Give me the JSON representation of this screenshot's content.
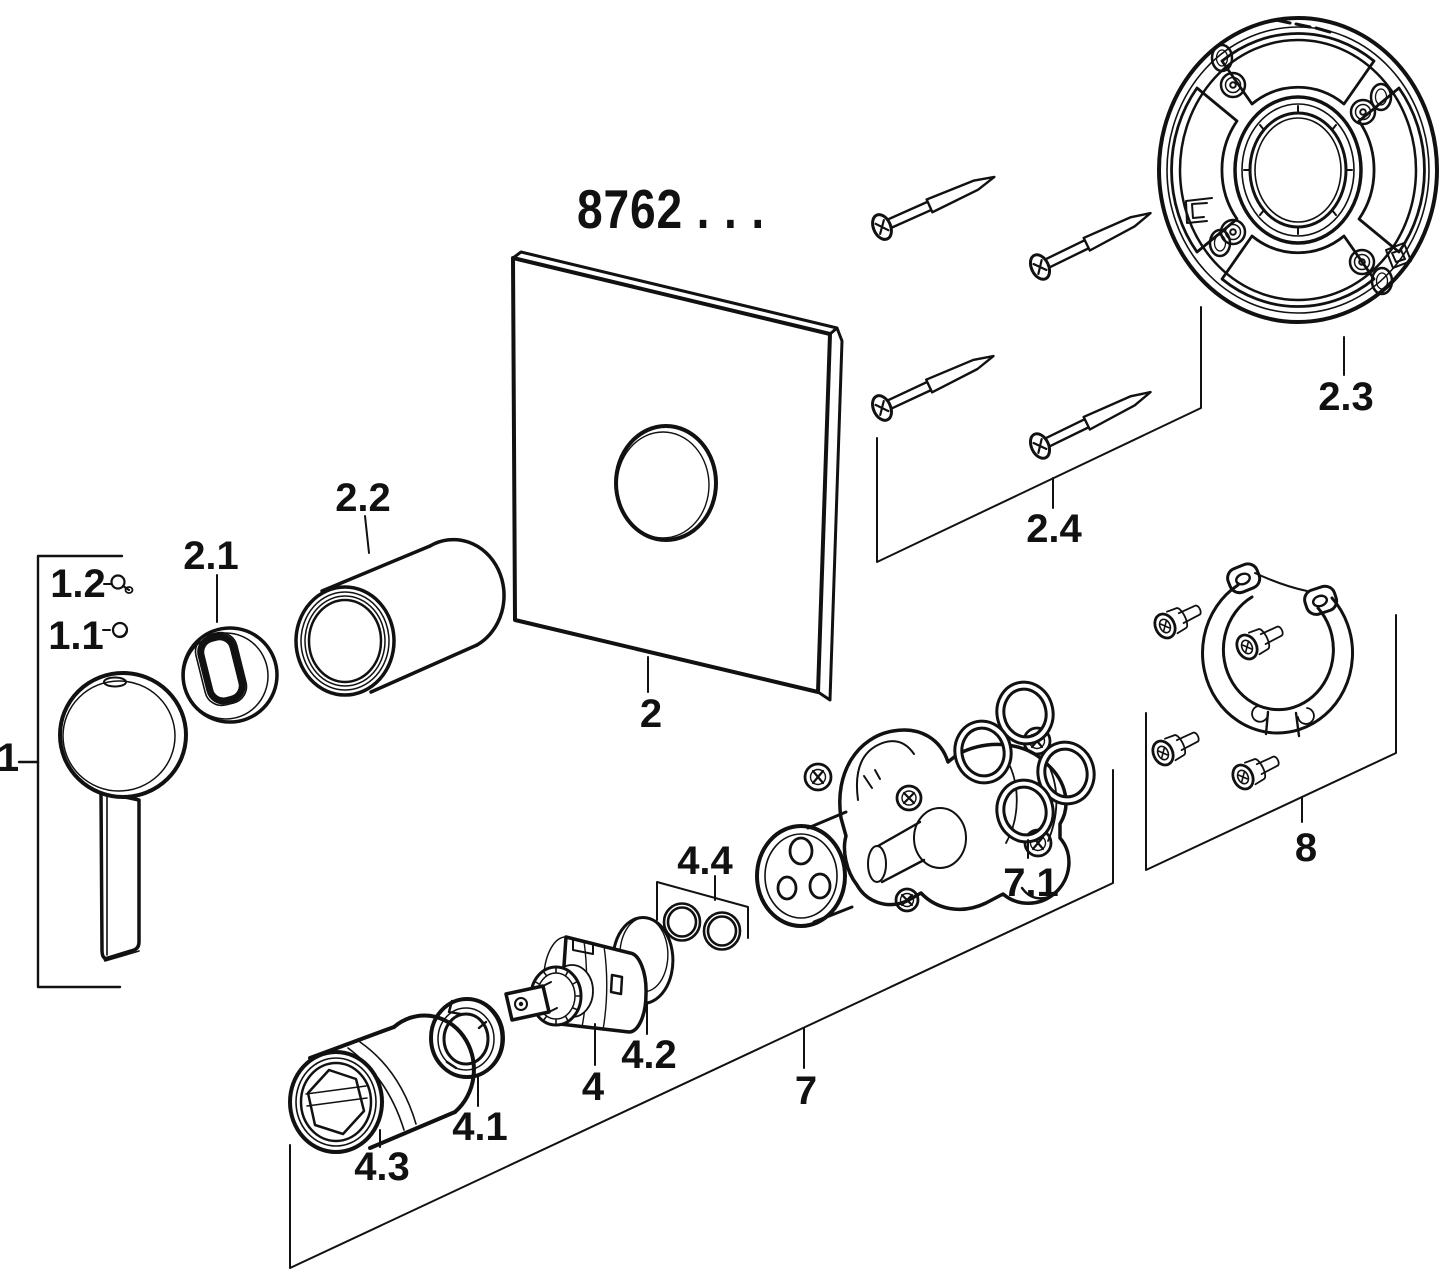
{
  "title": "8762 . . .",
  "colors": {
    "line_color": "#111111",
    "background": "#ffffff"
  },
  "labels": {
    "part_1": "1",
    "part_1_1": "1.1",
    "part_1_2": "1.2",
    "part_2": "2",
    "part_2_1": "2.1",
    "part_2_2": "2.2",
    "part_2_3": "2.3",
    "part_2_4": "2.4",
    "part_4": "4",
    "part_4_1": "4.1",
    "part_4_2": "4.2",
    "part_4_3": "4.3",
    "part_4_4": "4.4",
    "part_7": "7",
    "part_7_1": "7.1",
    "part_8": "8"
  }
}
